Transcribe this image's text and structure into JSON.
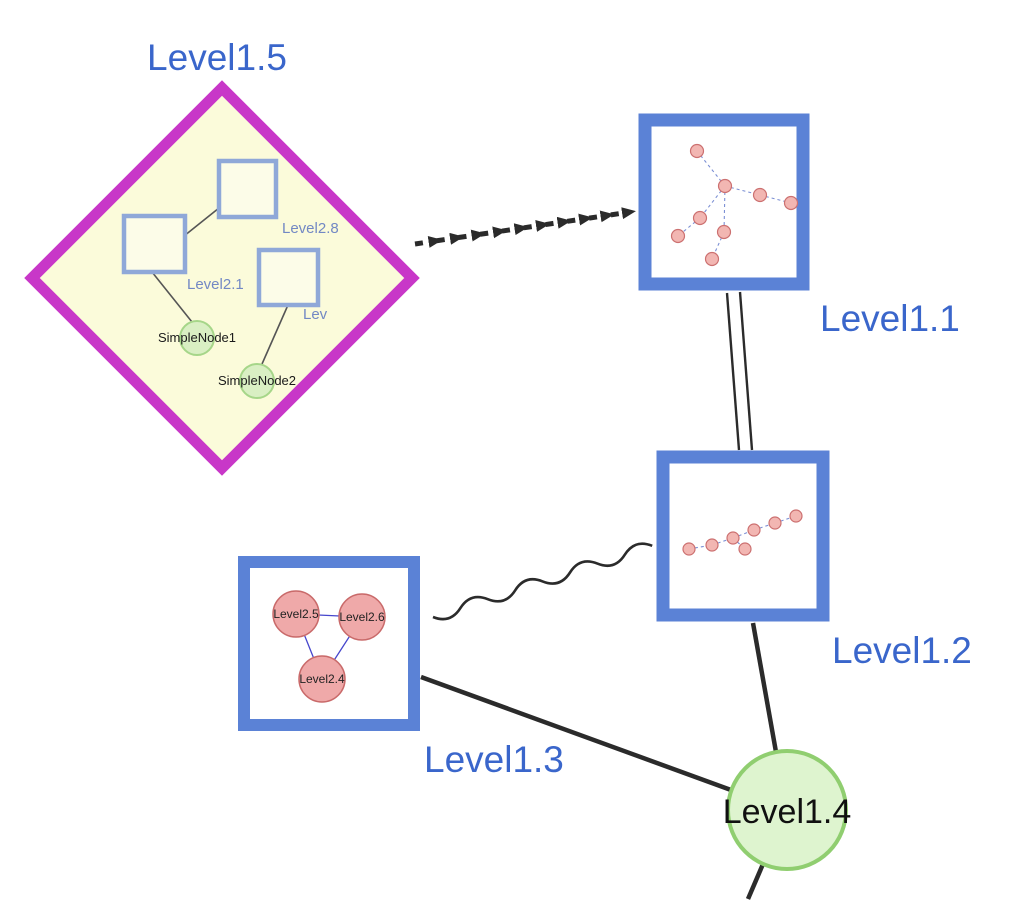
{
  "diagram": {
    "level1_5": {
      "label": "Level1.5",
      "inner": {
        "square_top_label": "Level2.8",
        "square_left_label": "Level2.1",
        "square_right_label": "Lev",
        "simple_node1": "SimpleNode1",
        "simple_node2": "SimpleNode2"
      }
    },
    "level1_1": {
      "label": "Level1.1"
    },
    "level1_2": {
      "label": "Level1.2"
    },
    "level1_3": {
      "label": "Level1.3",
      "inner": {
        "node_a": "Level2.5",
        "node_b": "Level2.6",
        "node_c": "Level2.4"
      }
    },
    "level1_4": {
      "label": "Level1.4"
    }
  },
  "colors": {
    "label_blue": "#3a66cb",
    "diamond_border": "#c837c8",
    "diamond_fill": "#fbfbda",
    "box_border": "#5b82d6",
    "inner_square_border": "#8fa8d8",
    "inner_label_blue": "#7288c4",
    "green_node_fill": "#d9efc3",
    "green_node_border": "#a6d689",
    "pink_node_fill": "#efa9a9",
    "pink_node_border": "#c96a6a",
    "mini_edge_blue": "#7b8fd4",
    "edge_black": "#2b2b2b",
    "level1_4_fill": "#def4cf",
    "level1_4_border": "#90ce70"
  }
}
